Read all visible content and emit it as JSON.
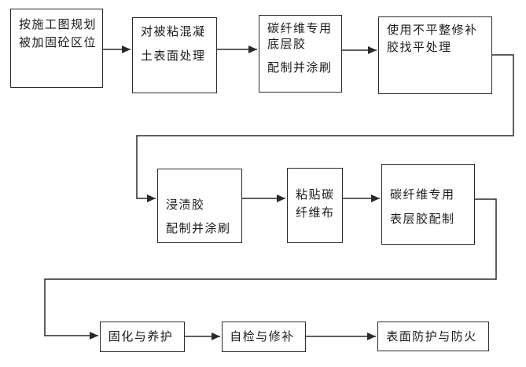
{
  "flowchart": {
    "boxes": [
      {
        "name": "plan-reinforcement-area",
        "lines": [
          "按施工图规划",
          "被加固砼区位"
        ]
      },
      {
        "name": "concrete-surface-treatment",
        "lines": [
          "对被粘混凝",
          "土表面处理"
        ]
      },
      {
        "name": "primer-adhesive",
        "lines": [
          "碳纤维专用",
          "底层胶",
          "配制并涂刷"
        ]
      },
      {
        "name": "leveling-repair",
        "lines": [
          "使用不平整修补",
          "胶找平处理"
        ]
      },
      {
        "name": "impregnating-adhesive",
        "lines": [
          "浸渍胶",
          "配制并涂刷"
        ]
      },
      {
        "name": "paste-carbon-fiber-cloth",
        "lines": [
          "粘贴碳",
          "纤维布"
        ]
      },
      {
        "name": "top-coat-adhesive",
        "lines": [
          "碳纤维专用",
          "表层胶配制"
        ]
      },
      {
        "name": "curing-maintenance",
        "lines": [
          "固化与养护"
        ]
      },
      {
        "name": "self-inspection-repair",
        "lines": [
          "自检与修补"
        ]
      },
      {
        "name": "surface-protection-fireproof",
        "lines": [
          "表面防护与防火"
        ]
      }
    ],
    "colors": {
      "line": "#2a2a2a",
      "text": "#1a1a1a",
      "background": "#ffffff"
    }
  }
}
